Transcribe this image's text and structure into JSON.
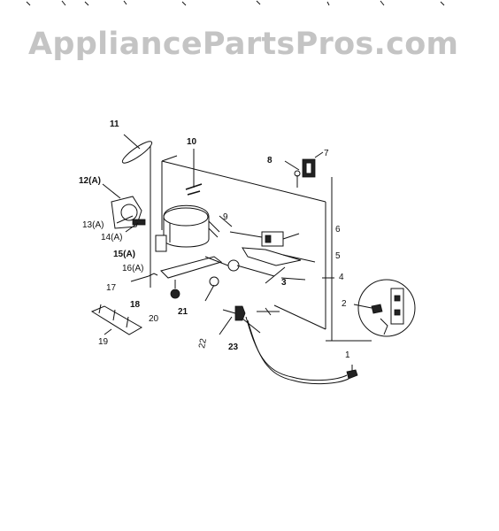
{
  "watermark": "AppliancePartsPros.com",
  "callouts": {
    "c1": "1",
    "c2": "2",
    "c3": "3",
    "c4": "4",
    "c5": "5",
    "c6": "6",
    "c7": "7",
    "c8": "8",
    "c9": "9",
    "c10": "10",
    "c11": "11",
    "c12a": "12(A)",
    "c13a": "13(A)",
    "c14a": "14(A)",
    "c15a": "15(A)",
    "c16a": "16(A)",
    "c17": "17",
    "c18": "18",
    "c19": "19",
    "c20": "20",
    "c21": "21",
    "c22": "22",
    "c23": "23"
  }
}
